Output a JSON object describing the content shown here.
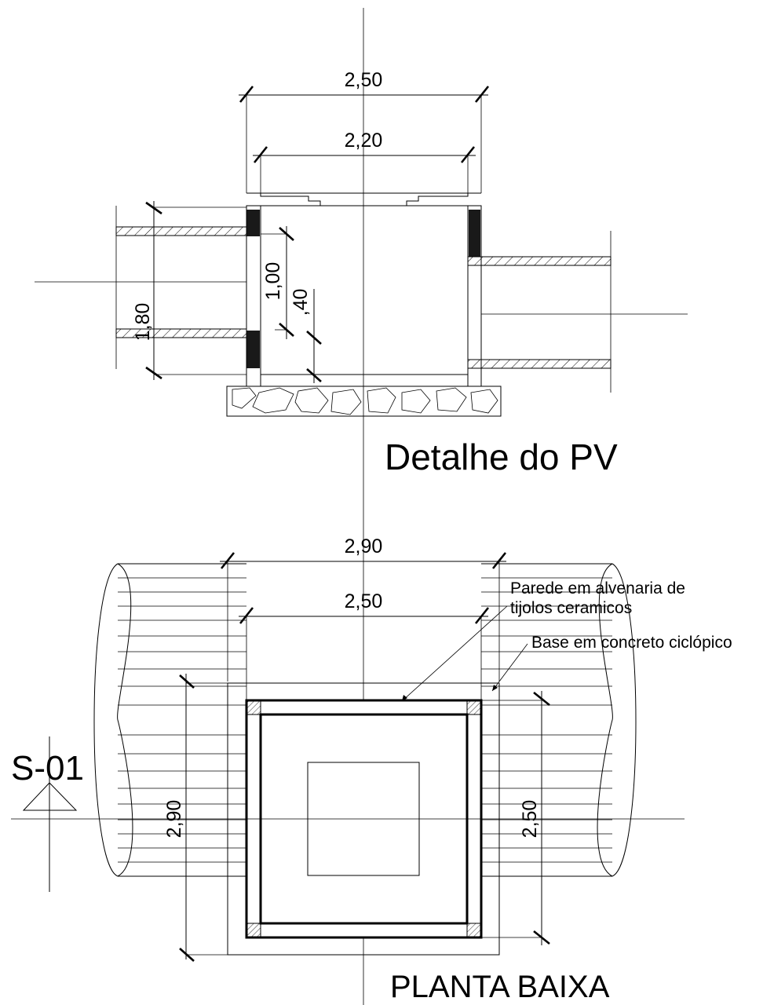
{
  "detail": {
    "title": "Detalhe do PV",
    "dim_outer_width": "2,50",
    "dim_inner_width": "2,20",
    "dim_height": "1,80",
    "dim_pipe_high": "1,00",
    "dim_pipe_low": ",40"
  },
  "plan": {
    "title": "PLANTA BAIXA",
    "dim_base_width": "2,90",
    "dim_wall_width": "2,50",
    "dim_base_height": "2,90",
    "dim_wall_height": "2,50",
    "note_wall_line1": "Parede em alvenaria de",
    "note_wall_line2": "tijolos ceramicos",
    "note_base": "Base  em concreto ciclópico",
    "section_label": "S-01"
  }
}
